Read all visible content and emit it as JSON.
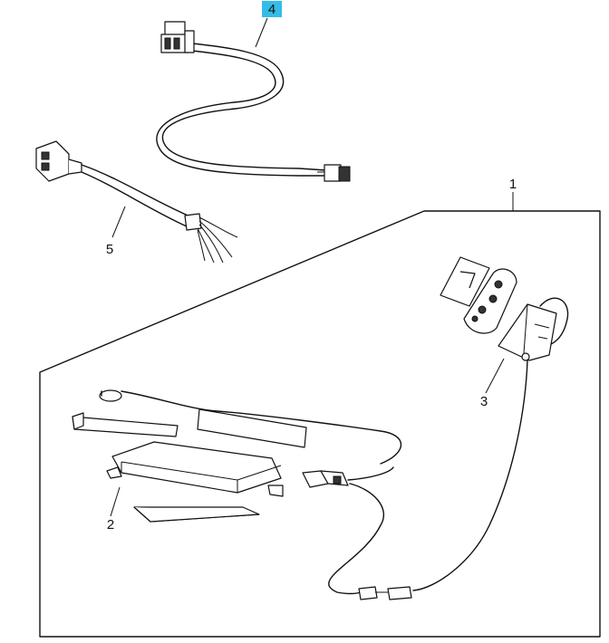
{
  "callouts": {
    "item1": "1",
    "item2": "2",
    "item3": "3",
    "item4": "4",
    "item5": "5"
  },
  "colors": {
    "highlight": "#33bde6",
    "line": "#111111",
    "background": "#ffffff"
  },
  "highlighted_item": "4"
}
